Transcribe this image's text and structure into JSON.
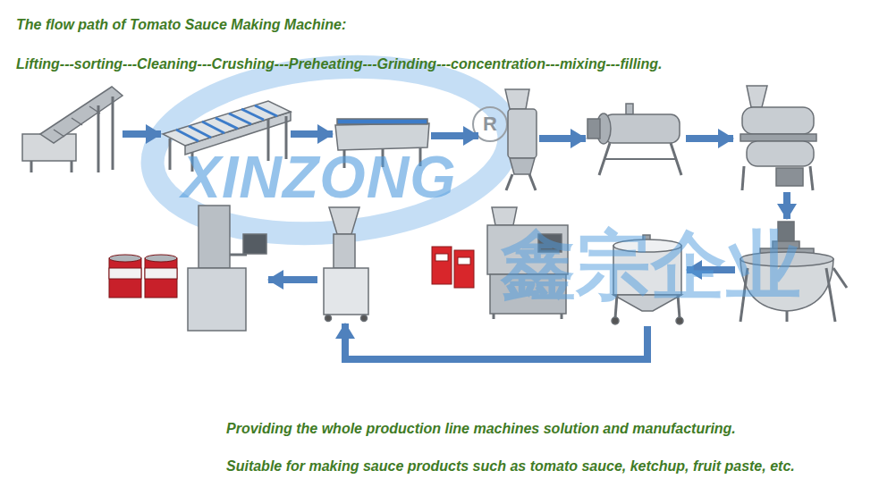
{
  "diagram": {
    "title": "The flow path of Tomato Sauce Making Machine:",
    "nodes": [
      {
        "text": []
      },
      {
        "text": []
      },
      {
        "text": []
      },
      {
        "text": []
      },
      {
        "text": []
      },
      {
        "text": []
      },
      {
        "text": []
      },
      {
        "text": []
      },
      {
        "text": []
      },
      {
        "text": []
      },
      {
        "text": []
      }
    ],
    "edges": [
      {
        "from": 0,
        "to": 1,
        "arrow": "to"
      },
      {
        "from": 1,
        "to": 2,
        "arrow": "to"
      },
      {
        "from": 2,
        "to": 3,
        "arrow": "to"
      },
      {
        "from": 3,
        "to": 4,
        "arrow": "to"
      },
      {
        "from": 4,
        "to": 5,
        "arrow": "to"
      },
      {
        "from": 5,
        "to": 6,
        "arrow": "to"
      },
      {
        "from": 6,
        "to": 7,
        "arrow": "to"
      },
      {
        "from": 7,
        "to": 9,
        "arrow": "to"
      },
      {
        "from": 9,
        "to": 10,
        "arrow": "to"
      }
    ],
    "labels": [
      "Lifting---sorting---Cleaning---Crushing---Preheating---Grinding---concentration---mixing---filling.",
      "XINZONG",
      "R",
      "鑫宗企业",
      "Providing the whole production line machines solution and manufacturing.",
      "Suitable for making sauce products such as tomato sauce, ketchup, fruit paste, etc."
    ]
  }
}
